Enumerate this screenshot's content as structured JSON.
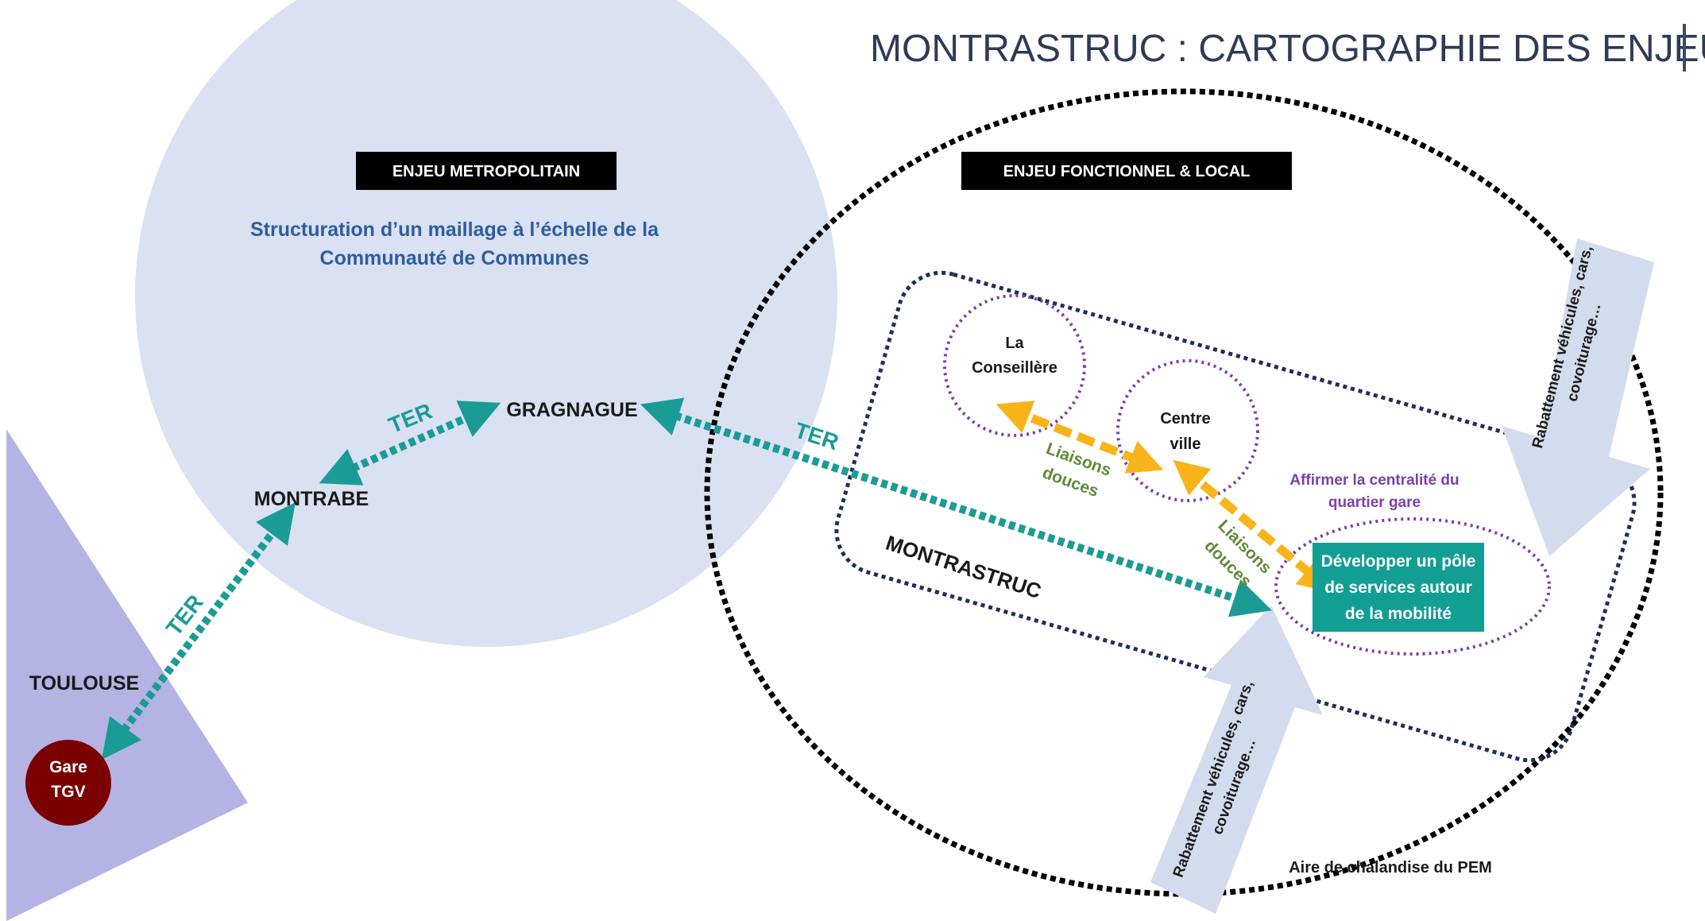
{
  "title": "MONTRASTRUC : CARTOGRAPHIE DES ENJEUX",
  "colors": {
    "metro_circle": "#d9e1f2",
    "toulouse_triangle": "#b4b3e4",
    "ter_teal": "#1b9b96",
    "liaisons_orange": "#f9b31b",
    "liaisons_text": "#5f8a37",
    "purple": "#7d3fa8",
    "navy": "#1f2d5a",
    "label_box": "#000000",
    "gare": "#7b0000",
    "pole_box": "#129e93",
    "rabattement_arrow": "#d3dcee",
    "subtitle_blue": "#2e5d9e"
  },
  "labels": {
    "enjeu_metro": "ENJEU METROPOLITAIN",
    "enjeu_local": "ENJEU FONCTIONNEL & LOCAL",
    "structuration_line1": "Structuration d’un maillage à l’échelle de la",
    "structuration_line2": "Communauté de Communes",
    "gragnague": "GRAGNAGUE",
    "montrabe": "MONTRABE",
    "toulouse": "TOULOUSE",
    "gare_line1": "Gare",
    "gare_line2": "TGV",
    "ter": "TER",
    "la_conseillere_line1": "La",
    "la_conseillere_line2": "Conseillère",
    "centre_ville_line1": "Centre",
    "centre_ville_line2": "ville",
    "liaisons_douces_line1": "Liaisons",
    "liaisons_douces_line2": "douces",
    "affirmer_line1": "Affirmer la centralité du",
    "affirmer_line2": "quartier gare",
    "pole_line1": "Développer un pôle",
    "pole_line2": "de services autour",
    "pole_line3": "de la mobilité",
    "montrastruc": "MONTRASTRUC",
    "rabattement_line1": "Rabattement véhicules, cars,",
    "rabattement_line2": "covoiturage…",
    "aire": "Aire de chalandise du PEM"
  }
}
